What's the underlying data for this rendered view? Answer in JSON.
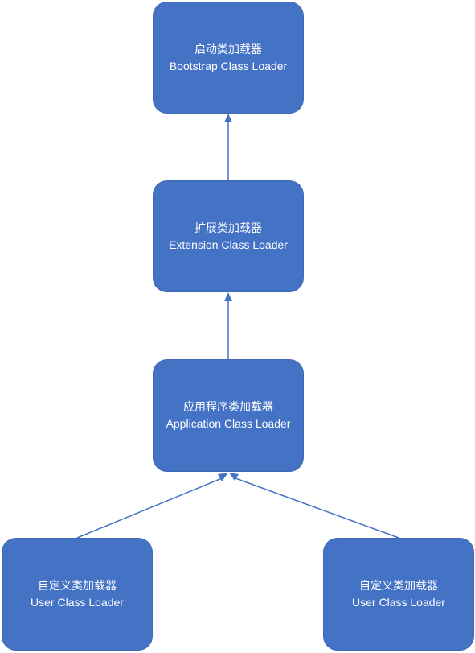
{
  "diagram": {
    "nodes": [
      {
        "id": "bootstrap",
        "zh": "启动类加载器",
        "en": "Bootstrap Class Loader"
      },
      {
        "id": "extension",
        "zh": "扩展类加载器",
        "en": "Extension Class Loader"
      },
      {
        "id": "application",
        "zh": "应用程序类加载器",
        "en": "Application Class Loader"
      },
      {
        "id": "user_left",
        "zh": "自定义类加载器",
        "en": "User Class Loader"
      },
      {
        "id": "user_right",
        "zh": "自定义类加载器",
        "en": "User Class Loader"
      }
    ],
    "edges": [
      {
        "from": "extension",
        "to": "bootstrap"
      },
      {
        "from": "application",
        "to": "extension"
      },
      {
        "from": "user_left",
        "to": "application"
      },
      {
        "from": "user_right",
        "to": "application"
      }
    ],
    "colors": {
      "node_fill": "#4472c4",
      "node_text": "#ffffff",
      "edge": "#4472c4"
    }
  }
}
